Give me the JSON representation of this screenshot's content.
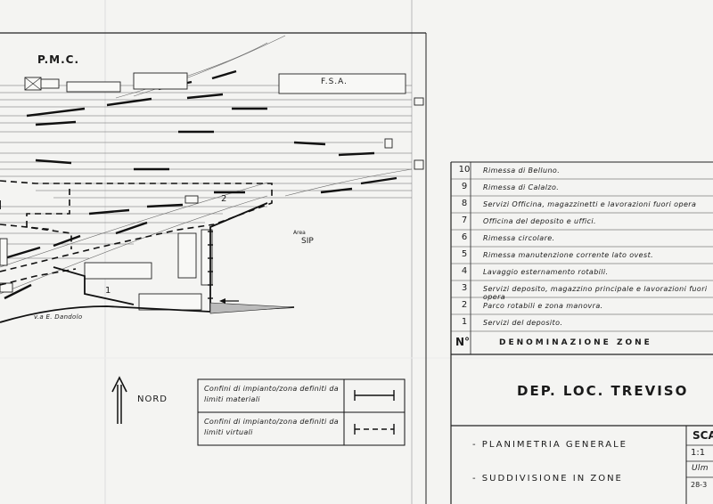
{
  "map_labels": {
    "pmc": "P.M.C.",
    "fsa": "F.S.A.",
    "area": "Area",
    "sip": "SIP",
    "street": "v.a E. Dandolo",
    "north": "NORD",
    "zone_1": "1",
    "zone_2": "2"
  },
  "key_box": {
    "material_boundary": "Confini di impianto/zona definiti da limiti materiali",
    "virtual_boundary": "Confini di impianto/zona definiti da limiti virtuali"
  },
  "zones_table": {
    "rows": [
      {
        "num": "10",
        "desc": "Rimessa di Belluno."
      },
      {
        "num": "9",
        "desc": "Rimessa di Calalzo."
      },
      {
        "num": "8",
        "desc": "Servizi Officina, magazzinetti e lavorazioni fuori opera"
      },
      {
        "num": "7",
        "desc": "Officina del deposito e uffici."
      },
      {
        "num": "6",
        "desc": "Rimessa circolare."
      },
      {
        "num": "5",
        "desc": "Rimessa manutenzione corrente lato ovest."
      },
      {
        "num": "4",
        "desc": "Lavaggio esternamento rotabili."
      },
      {
        "num": "3",
        "desc": "Servizi deposito, magazzino principale e lavorazioni fuori opera"
      },
      {
        "num": "2",
        "desc": "Parco rotabili e zona manovra."
      },
      {
        "num": "1",
        "desc": "Servizi del deposito."
      }
    ],
    "header_num": "N°",
    "header_den": "DENOMINAZIONE ZONE"
  },
  "title_block": {
    "title": "DEP. LOC. TREVISO",
    "sub1": "- PLANIMETRIA GENERALE",
    "sub2": "- SUDDIVISIONE IN ZONE",
    "scale_label": "SCA",
    "scale_value": "1:1",
    "signature": "Ulm",
    "date": "28-3"
  }
}
